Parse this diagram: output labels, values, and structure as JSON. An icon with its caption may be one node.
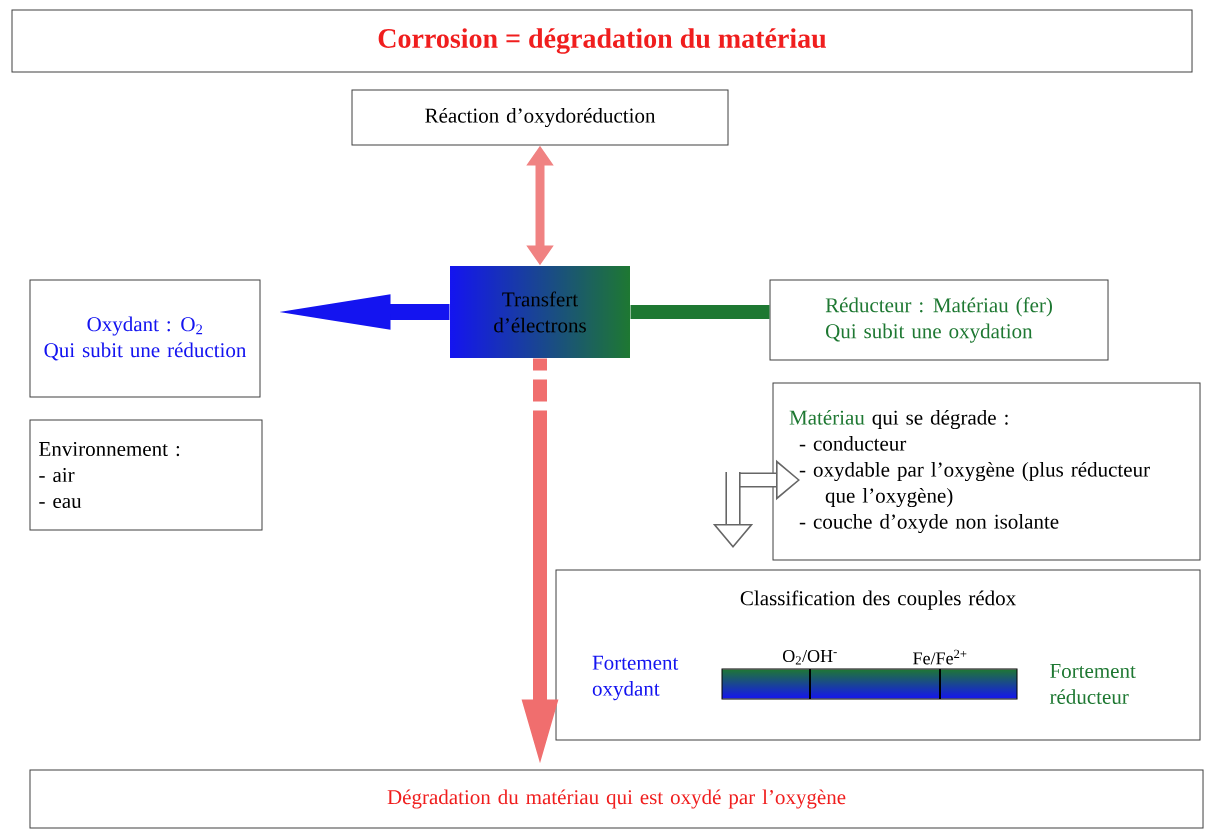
{
  "diagram": {
    "nodes": [
      {
        "text": [
          "Corrosion = dégradation du matériau"
        ]
      },
      {
        "text": [
          "Réaction d’oxydoréduction"
        ]
      },
      {
        "text": [
          "Transfert d’électrons"
        ]
      },
      {
        "text": [
          "Oxydant : O$_{2}$",
          "Qui subit une réduction"
        ]
      },
      {
        "text": [
          "Réducteur : Matériau (fer)",
          "Qui subit une oxydation"
        ]
      },
      {
        "text": [
          "Environnement :",
          "- air",
          "- eau"
        ]
      },
      {
        "text": [
          "Matériau",
          "qui se dégrade :",
          "- conducteur",
          "- oxydable par l’oxygène (plus réducteur que l’oxygène)",
          "- couche d’oxyde non isolante"
        ]
      },
      {
        "text": [
          "Classification des couples rédox",
          "Fortement oxydant",
          "Fortement réducteur"
        ]
      },
      {
        "text": [],
        "shape": "bar",
        "in": 7,
        "beside": [
          "O$_{2}$/OH$^{-}$",
          "Fe/Fe$^{2+}$"
        ]
      },
      {
        "text": [
          "Dégradation du matériau qui est oxydé par l’oxygène"
        ]
      }
    ],
    "edges": [
      {
        "from": 1,
        "to": 2,
        "arrow": "both",
        "color": "#f08282"
      },
      {
        "from": 2,
        "to": 3,
        "arrow": "to",
        "color": "#1414f0"
      },
      {
        "from": 4,
        "to": 2,
        "arrow": "none",
        "color": "#1e7832"
      },
      {
        "from": 2,
        "to": 9,
        "arrow": "to",
        "style": "dashed",
        "color": "#f06e6e"
      },
      {
        "from": null,
        "to": 6,
        "arrow": "to"
      },
      {
        "from": null,
        "to": 7,
        "arrow": "to"
      }
    ]
  }
}
